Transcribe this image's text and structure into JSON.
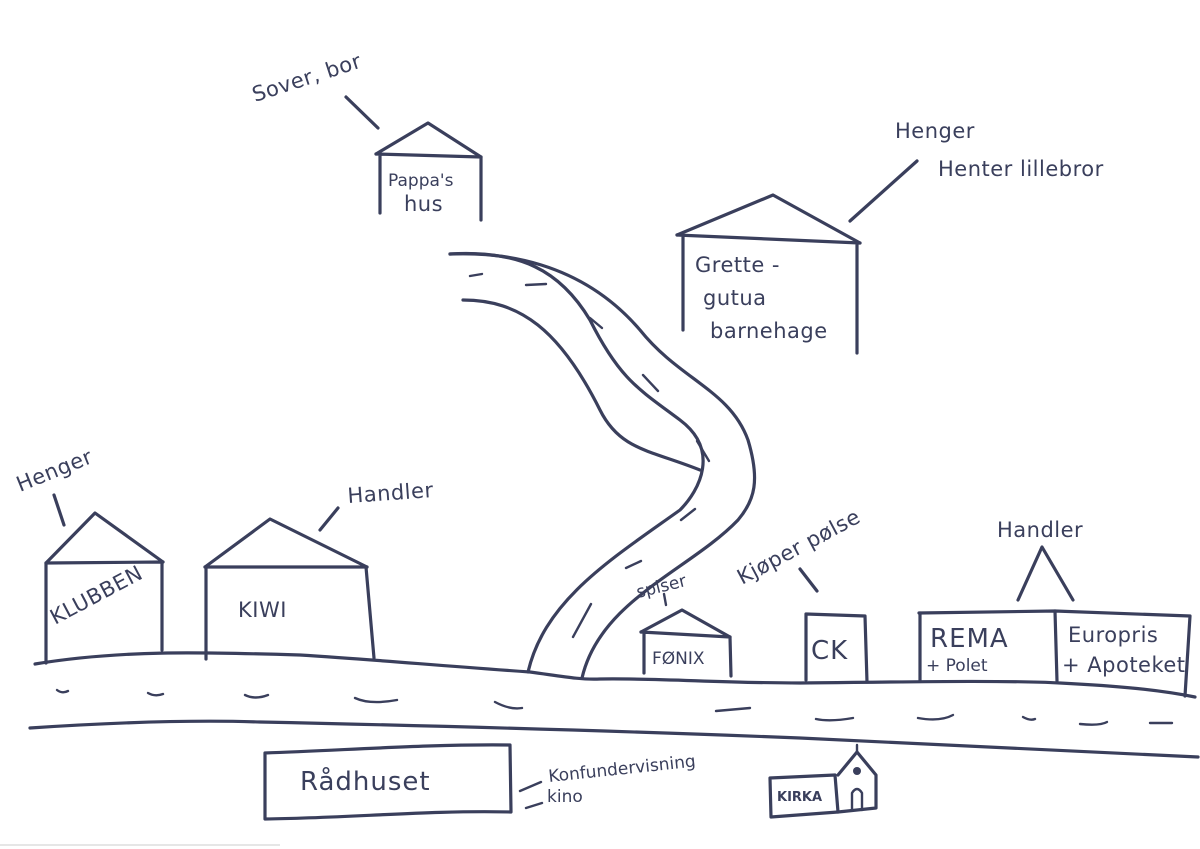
{
  "map": {
    "ink_color": "#3a3f5c",
    "background": "#ffffff",
    "places": {
      "pappas_hus": {
        "name_line1": "Pappa's",
        "name_line2": "hus",
        "activity": "Sover, bor"
      },
      "barnehage": {
        "name_line1": "Grette -",
        "name_line2": "gutua",
        "name_line3": "barnehage",
        "activity_line1": "Henger",
        "activity_line2": "Henter lillebror"
      },
      "klubben": {
        "name": "KLUBBEN",
        "activity": "Henger"
      },
      "kiwi": {
        "name": "KIWI",
        "activity": "Handler"
      },
      "fonix": {
        "name": "FØNIX",
        "activity": "spiser"
      },
      "ck": {
        "name": "CK",
        "activity": "Kjøper pølse"
      },
      "rema": {
        "name_line1": "REMA",
        "name_line2": "+ Polet"
      },
      "europris": {
        "name_line1": "Europris",
        "name_line2": "+ Apoteket"
      },
      "rema_europris_activity": "Handler",
      "radhuset": {
        "name": "Rådhuset",
        "activity_line1": "Konfundervisning",
        "activity_line2": "kino"
      },
      "kirka": {
        "name": "KIRKA"
      }
    }
  }
}
